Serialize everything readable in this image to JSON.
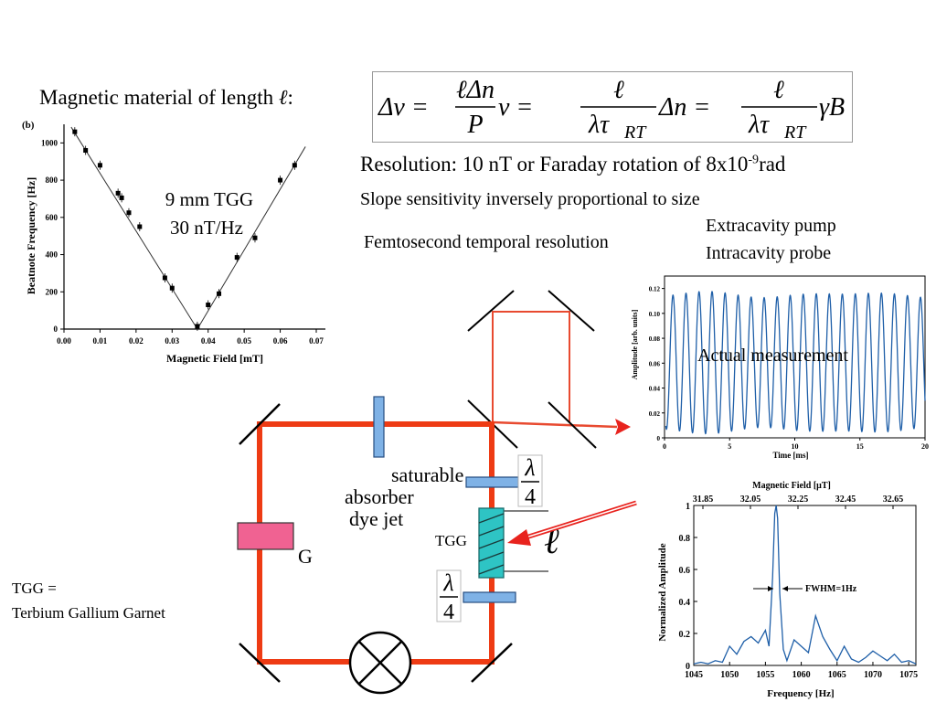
{
  "slide": {
    "title_prefix": "Magnetic material of length",
    "ell_symbol": "ℓ",
    "title_colon": ":",
    "resolution_text": "Resolution: 10 nT or Faraday rotation of 8x10",
    "resolution_exp": "-9",
    "resolution_unit": "rad",
    "slope_text": "Slope sensitivity inversely proportional to size",
    "femto_text": "Femtosecond temporal resolution",
    "pump_text": "Extracavity pump",
    "probe_text": "Intracavity probe",
    "actual_text": "Actual measurement",
    "tgg_def_1": "TGG =",
    "tgg_def_2": "Terbium Gallium Garnet"
  },
  "equation": {
    "part1_lhs": "Δν =",
    "part1_num": "ℓΔn",
    "part1_den": "P",
    "part1_tail": "ν =",
    "part2_num": "ℓ",
    "part2_den": "λτ",
    "part2_den_sub": "RT",
    "part2_tail": "Δn =",
    "part3_num": "ℓ",
    "part3_den": "λτ",
    "part3_den_sub": "RT",
    "part3_tail": "γB"
  },
  "diagram": {
    "sat_1": "saturable",
    "sat_2": "absorber",
    "sat_3": "dye jet",
    "g_label": "G",
    "tgg_label": "TGG",
    "lambda": "λ",
    "four": "4",
    "ell": "ℓ",
    "colors": {
      "cavity": "#ee3b14",
      "optic_blue": "#7fb2e6",
      "gain_pink": "#f06292",
      "tgg_teal": "#2ec4c4",
      "arrow_red": "#e8231e",
      "beam": "#e84a30"
    }
  },
  "chart_data": [
    {
      "type": "scatter",
      "panel_label": "(b)",
      "title": "",
      "xlabel": "Magnetic Field [mT]",
      "ylabel": "Beatnote Frequency [Hz]",
      "xlim": [
        0.0,
        0.07
      ],
      "ylim": [
        0,
        1100
      ],
      "xticks": [
        "0.00",
        "0.01",
        "0.02",
        "0.03",
        "0.04",
        "0.05",
        "0.06",
        "0.07"
      ],
      "yticks": [
        "0",
        "200",
        "400",
        "600",
        "800",
        "1000"
      ],
      "annotation_1": "9 mm TGG",
      "annotation_2": "30 nT/Hz",
      "points": [
        {
          "x": 0.003,
          "y": 1060
        },
        {
          "x": 0.006,
          "y": 960
        },
        {
          "x": 0.01,
          "y": 880
        },
        {
          "x": 0.015,
          "y": 730
        },
        {
          "x": 0.016,
          "y": 705
        },
        {
          "x": 0.018,
          "y": 625
        },
        {
          "x": 0.021,
          "y": 550
        },
        {
          "x": 0.028,
          "y": 275
        },
        {
          "x": 0.03,
          "y": 220
        },
        {
          "x": 0.037,
          "y": 15
        },
        {
          "x": 0.04,
          "y": 130
        },
        {
          "x": 0.043,
          "y": 190
        },
        {
          "x": 0.048,
          "y": 385
        },
        {
          "x": 0.053,
          "y": 490
        },
        {
          "x": 0.06,
          "y": 800
        },
        {
          "x": 0.064,
          "y": 880
        }
      ],
      "fit_lines": [
        {
          "x": [
            0.002,
            0.037
          ],
          "y": [
            1085,
            0
          ]
        },
        {
          "x": [
            0.037,
            0.067
          ],
          "y": [
            0,
            980
          ]
        }
      ]
    },
    {
      "type": "line",
      "title": "",
      "xlabel": "Time [ms]",
      "ylabel": "Amplitude [arb. units]",
      "xlim": [
        0,
        20
      ],
      "ylim": [
        0,
        0.13
      ],
      "xticks": [
        "0",
        "5",
        "10",
        "15",
        "20"
      ],
      "yticks": [
        "0",
        "0.02",
        "0.04",
        "0.06",
        "0.08",
        "0.10",
        "0.12"
      ],
      "period_ms": 1.0,
      "baseline_min": 0.006,
      "peak_max": 0.115,
      "line_color": "#1f5fa8"
    },
    {
      "type": "line",
      "title": "",
      "xlabel": "Frequency [Hz]",
      "ylabel": "Normalized Amplitude",
      "top_axis_label": "Magnetic Field [μT]",
      "xlim": [
        1045,
        1076
      ],
      "ylim": [
        0,
        1
      ],
      "xticks": [
        "1045",
        "1050",
        "1055",
        "1060",
        "1065",
        "1070",
        "1075"
      ],
      "yticks": [
        "0",
        "0.2",
        "0.4",
        "0.6",
        "0.8",
        "1"
      ],
      "top_ticks": [
        "31.85",
        "32.05",
        "32.25",
        "32.45",
        "32.65"
      ],
      "annotation": "FWHM=1Hz",
      "peak_x": 1056.5,
      "line_color": "#1f5fa8",
      "x": [
        1045,
        1046,
        1047,
        1048,
        1049,
        1050,
        1051,
        1052,
        1053,
        1054,
        1055,
        1055.5,
        1056,
        1056.3,
        1056.5,
        1056.7,
        1057,
        1057.5,
        1058,
        1059,
        1060,
        1061,
        1062,
        1063,
        1064,
        1065,
        1066,
        1067,
        1068,
        1069,
        1070,
        1071,
        1072,
        1073,
        1074,
        1075,
        1076
      ],
      "y": [
        0.01,
        0.02,
        0.01,
        0.03,
        0.02,
        0.12,
        0.07,
        0.15,
        0.18,
        0.14,
        0.22,
        0.12,
        0.55,
        0.95,
        1.0,
        0.92,
        0.45,
        0.1,
        0.03,
        0.16,
        0.12,
        0.08,
        0.31,
        0.18,
        0.1,
        0.03,
        0.12,
        0.04,
        0.02,
        0.05,
        0.09,
        0.06,
        0.03,
        0.07,
        0.02,
        0.03,
        0.01
      ]
    }
  ]
}
